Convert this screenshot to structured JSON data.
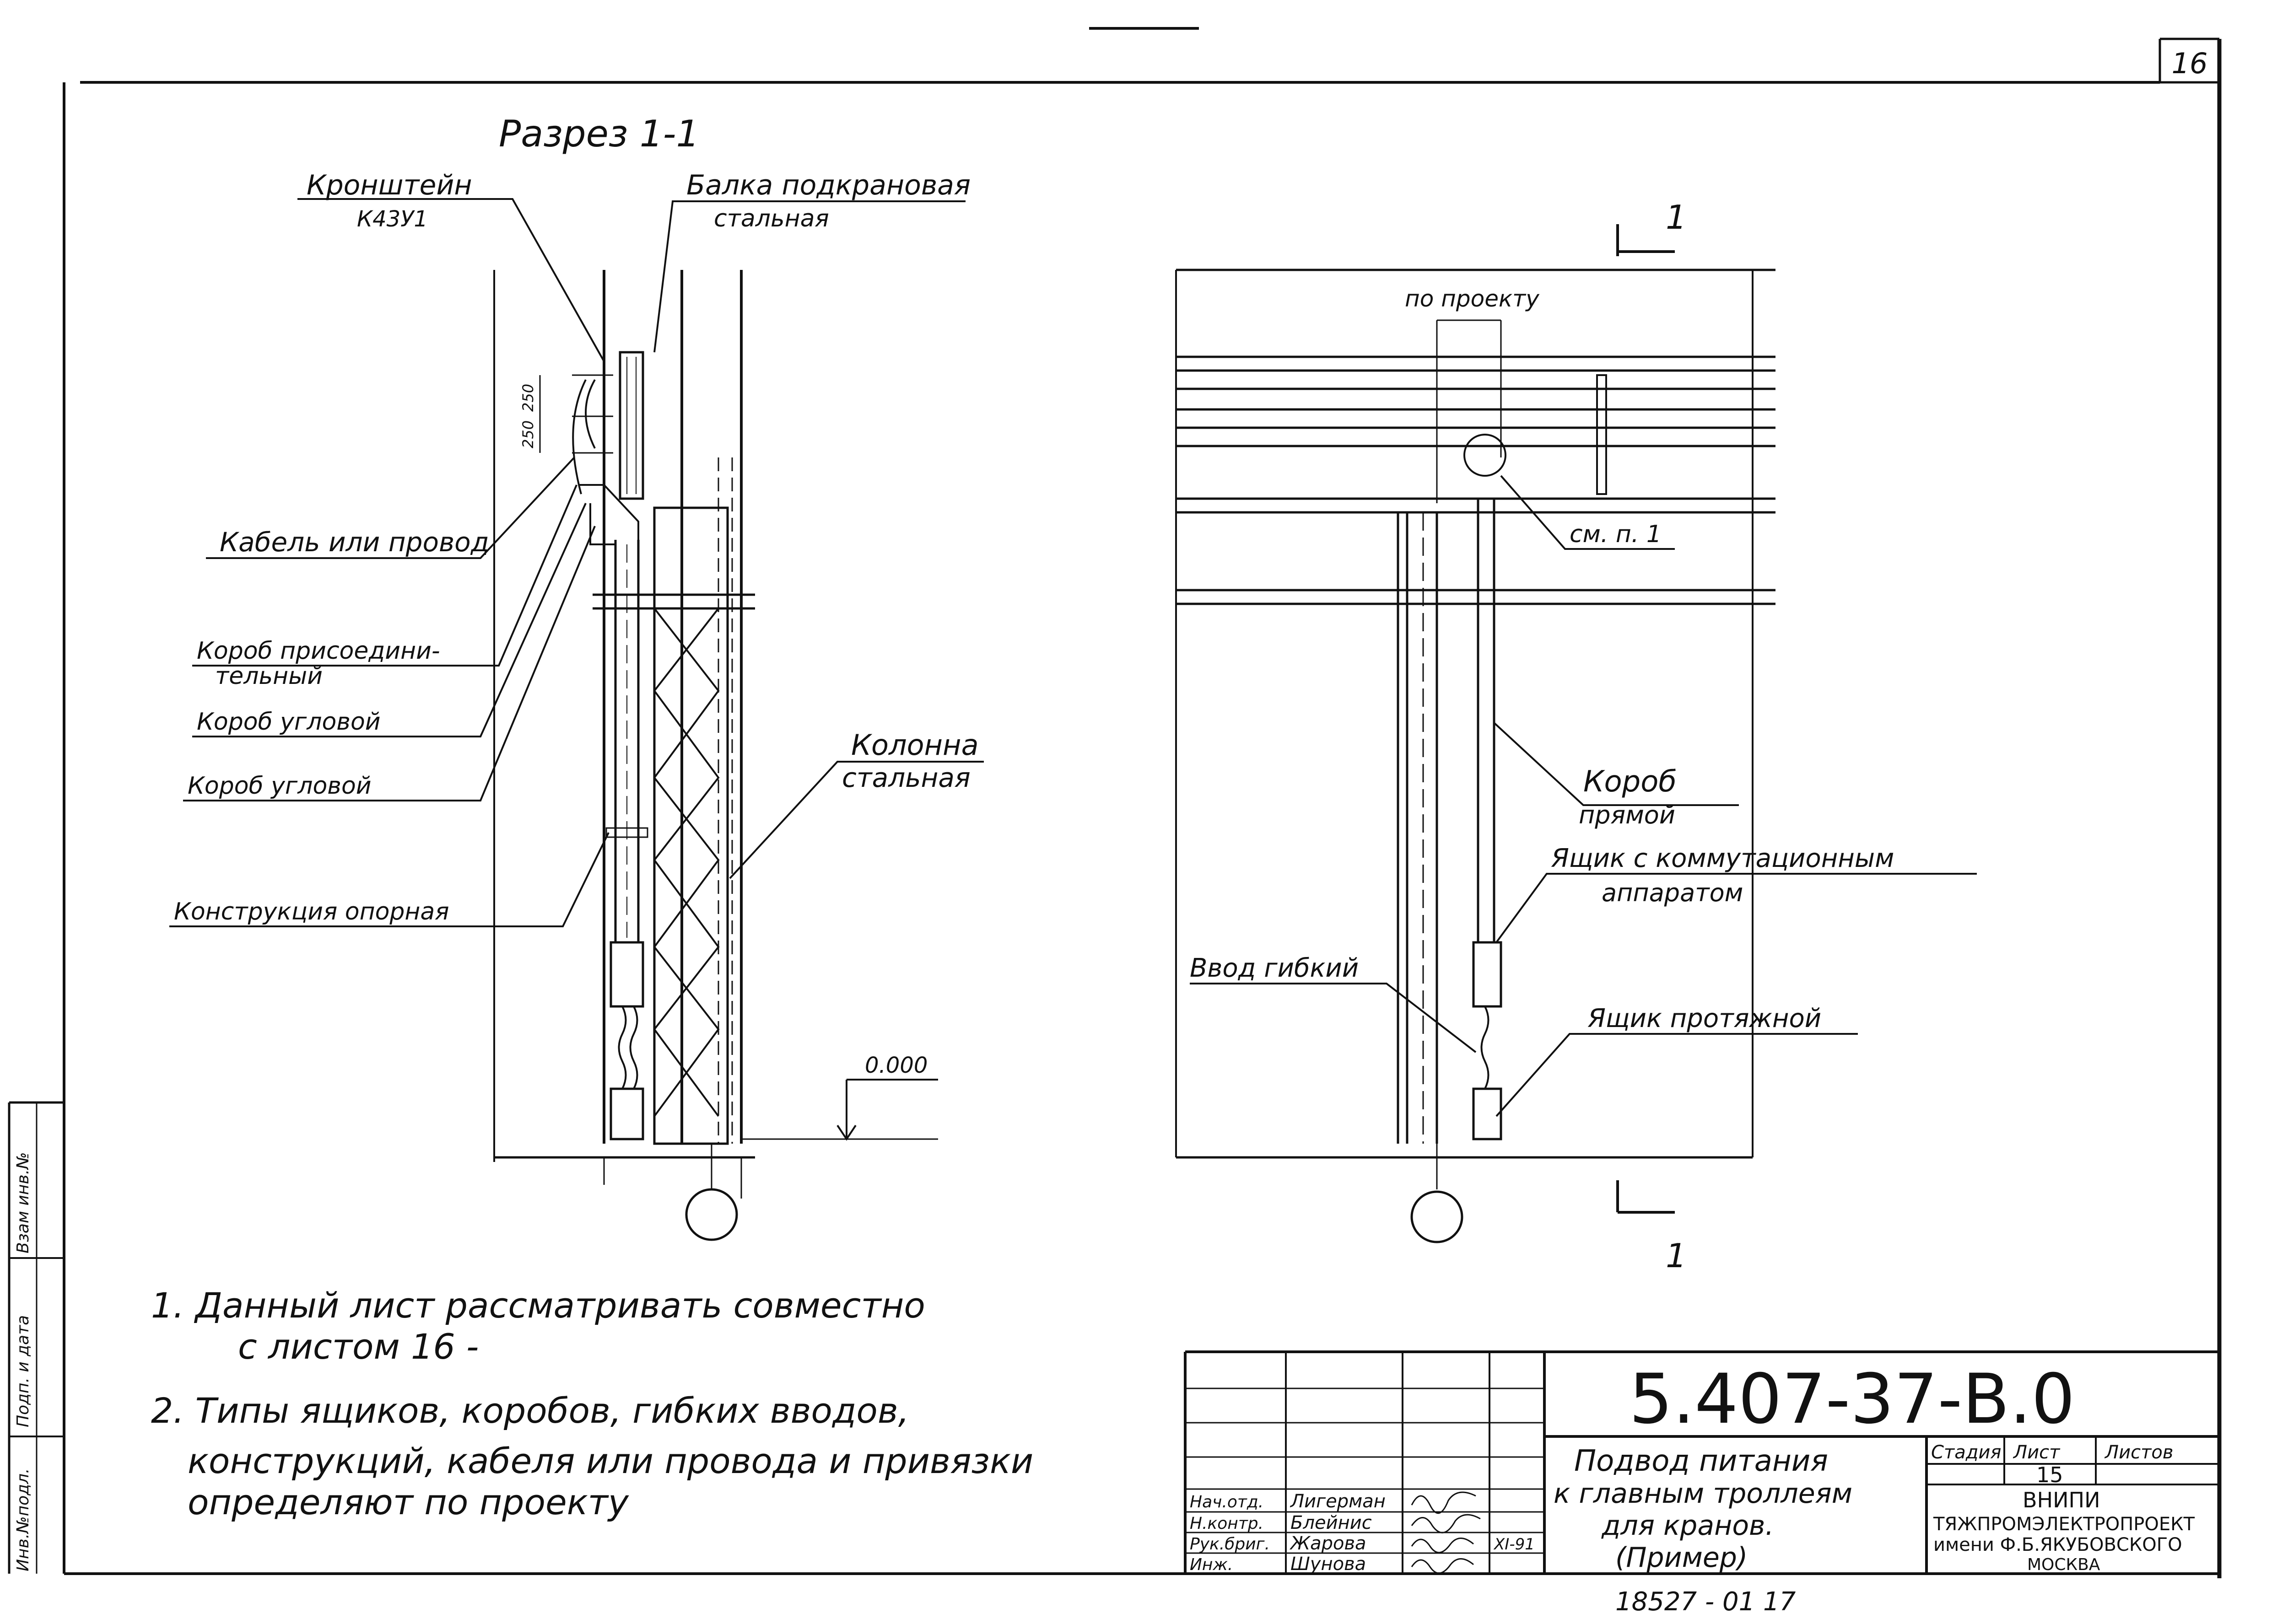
{
  "sheet": {
    "top_number": "16",
    "drawing_code": "5.407-37-В.0",
    "bottom_number": "18527 - 01   17"
  },
  "left_strip": {
    "field_1": "Взам инв.№",
    "field_2": "Подп. и дата",
    "field_3": "Инв.№подл."
  },
  "section_view": {
    "title": "Разрез 1-1",
    "labels": {
      "bracket": "Кронштейн",
      "bracket_code": "К43У1",
      "beam_line1": "Балка подкрановая",
      "beam_line2": "стальная",
      "cable": "Кабель или провод",
      "box_connect_line1": "Короб присоедини-",
      "box_connect_line2": "тельный",
      "box_corner_1": "Короб угловой",
      "box_corner_2": "Короб угловой",
      "column_line1": "Колонна",
      "column_line2": "стальная",
      "support": "Конструкция опорная",
      "level": "0.000",
      "dim_1": "250",
      "dim_2": "250"
    }
  },
  "front_view": {
    "section_mark": "1",
    "labels": {
      "by_project": "по проекту",
      "see_note": "см. п. 1",
      "box_straight_line1": "Короб",
      "box_straight_line2": "прямой",
      "switch_box_line1": "Ящик с коммутационным",
      "switch_box_line2": "аппаратом",
      "flex_input": "Ввод гибкий",
      "pull_box": "Ящик протяжной"
    }
  },
  "notes": [
    {
      "line1": "1. Данный  лист рассматривать совместно",
      "line2": "с листом 16 -"
    },
    {
      "line1": "2. Типы ящиков, коробов, гибких вводов,",
      "line2": "конструкций, кабеля или провода и привязки",
      "line3": "определяют по проекту"
    }
  ],
  "title_block": {
    "rows": [
      {
        "role": "Нач.отд.",
        "name": "Лигерман",
        "date": ""
      },
      {
        "role": "Н.контр.",
        "name": "Блейнис",
        "date": ""
      },
      {
        "role": "Рук.бриг.",
        "name": "Жарова",
        "date": "XI-91"
      },
      {
        "role": "Инж.",
        "name": "Шунова",
        "date": ""
      }
    ],
    "description_line1": "Подвод питания",
    "description_line2": "к главным троллеям",
    "description_line3": "для кранов.",
    "description_line4": "(Пример)",
    "stage_header": "Стадия",
    "sheet_header": "Лист",
    "sheets_header": "Листов",
    "sheet_value": "15",
    "org_line1": "ВНИПИ",
    "org_line2": "ТЯЖПРОМЭЛЕКТРОПРОЕКТ",
    "org_line3": "имени Ф.Б.ЯКУБОВСКОГО",
    "org_line4": "МОСКВА"
  }
}
